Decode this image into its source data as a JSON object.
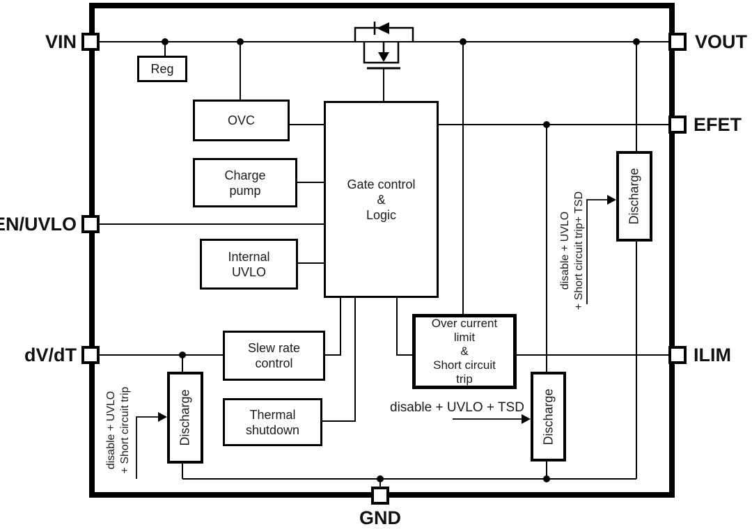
{
  "diagram_name": "load-switch-functional-block-diagram",
  "colors": {
    "line": "#000000",
    "background": "#ffffff",
    "text": "#1a1a1a"
  },
  "pins": {
    "vin": "VIN",
    "vout": "VOUT",
    "efet": "EFET",
    "en_uvlo": "EN/UVLO",
    "dvdt": "dV/dT",
    "ilim": "ILIM",
    "gnd": "GND"
  },
  "blocks": {
    "reg": "Reg",
    "ovc": "OVC",
    "charge_pump": "Charge\npump",
    "internal_uvlo": "Internal\nUVLO",
    "gate_control": "Gate control\n&\nLogic",
    "slew_rate": "Slew rate\ncontrol",
    "thermal_shutdown": "Thermal\nshutdown",
    "over_current": "Over current\nlimit\n&\nShort circuit\ntrip",
    "discharge_left": "Discharge",
    "discharge_right": "Discharge",
    "discharge_bottom": "Discharge"
  },
  "annotations": {
    "discharge_left_signal": "disable + UVLO\n+ Short circuit trip",
    "discharge_right_signal": "disable + UVLO\n+ Short circuit trip+ TSD",
    "discharge_bottom_signal": "disable + UVLO + TSD"
  },
  "icons": {
    "pass_fet": "p-channel MOSFET with body diode"
  }
}
